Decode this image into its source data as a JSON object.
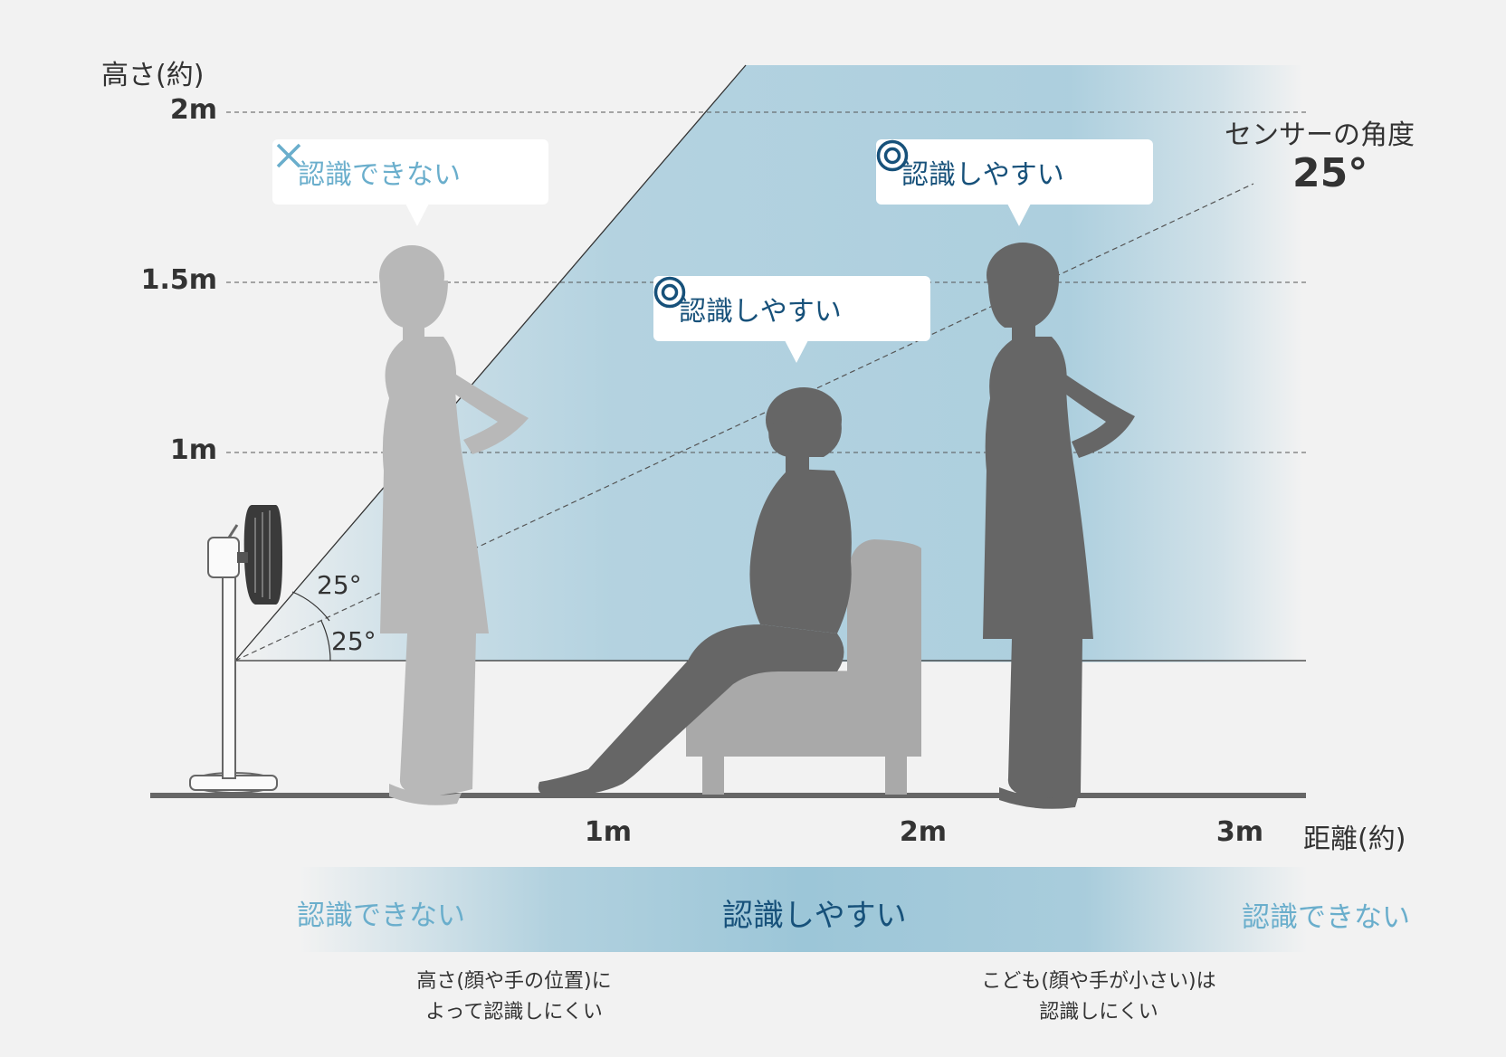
{
  "axes": {
    "y_title": "高さ(約)",
    "y_ticks": [
      "2m",
      "1.5m",
      "1m"
    ],
    "x_ticks": [
      "1m",
      "2m",
      "3m"
    ],
    "x_title": "距離(約)"
  },
  "sensor": {
    "title": "センサーの角度",
    "angle": "25°",
    "upper_angle": "25°",
    "lower_angle": "25°"
  },
  "bubbles": {
    "left": "認識できない",
    "middle": "認識しやすい",
    "right": "認識しやすい"
  },
  "band": {
    "left": "認識できない",
    "center": "認識しやすい",
    "right": "認識できない"
  },
  "notes": {
    "left_line1": "高さ(顔や手の位置)に",
    "left_line2": "よって認識しにくい",
    "right_line1": "こども(顔や手が小さい)は",
    "right_line2": "認識しにくい"
  },
  "colors": {
    "background": "#f2f2f2",
    "sensing_area": "#b4d4e2",
    "silhouette": "#666666",
    "silhouette_faded": "#b8b8b8",
    "chair": "#a9a9a9",
    "ok_text": "#17517a",
    "ng_text": "#6aaecc"
  }
}
